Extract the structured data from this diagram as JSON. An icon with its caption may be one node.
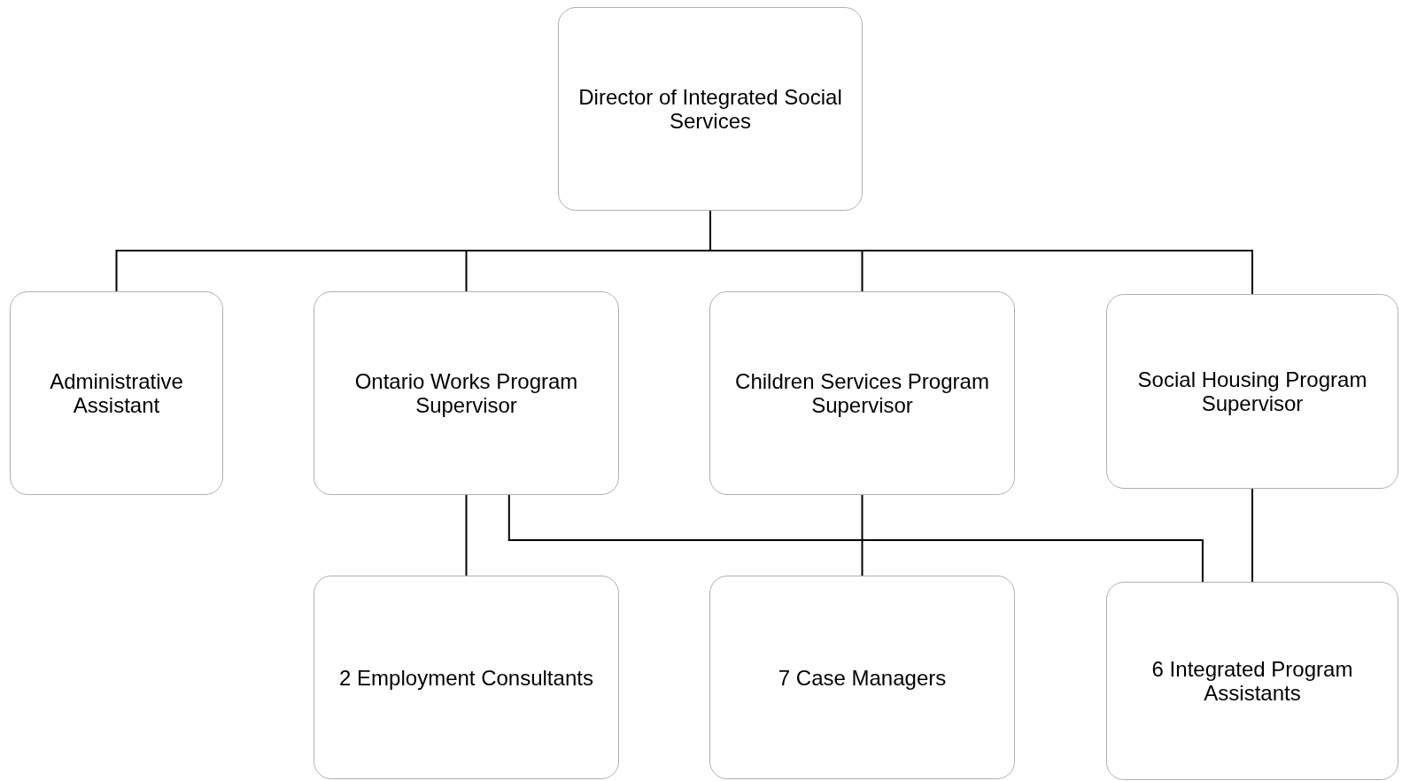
{
  "diagram": {
    "nodes": [
      {
        "text": [
          "Director of Integrated Social Services"
        ]
      },
      {
        "text": [
          "Administrative Assistant"
        ]
      },
      {
        "text": [
          "Ontario Works Program Supervisor"
        ]
      },
      {
        "text": [
          "Children Services Program Supervisor"
        ]
      },
      {
        "text": [
          "Social Housing Program Supervisor"
        ]
      },
      {
        "text": [
          "2 Employment Consultants"
        ]
      },
      {
        "text": [
          "7 Case Managers"
        ]
      },
      {
        "text": [
          "6 Integrated Program Assistants"
        ]
      }
    ],
    "edges": [
      {
        "from": 0,
        "to": 1,
        "arrow": "none"
      },
      {
        "from": 0,
        "to": 2,
        "arrow": "none"
      },
      {
        "from": 0,
        "to": 3,
        "arrow": "none"
      },
      {
        "from": 0,
        "to": 4,
        "arrow": "none"
      },
      {
        "from": 2,
        "to": 5,
        "arrow": "none"
      },
      {
        "from": 3,
        "to": 6,
        "arrow": "none"
      },
      {
        "from": 4,
        "to": 7,
        "arrow": "none"
      },
      {
        "from": 2,
        "to": 7,
        "arrow": "none"
      }
    ]
  }
}
